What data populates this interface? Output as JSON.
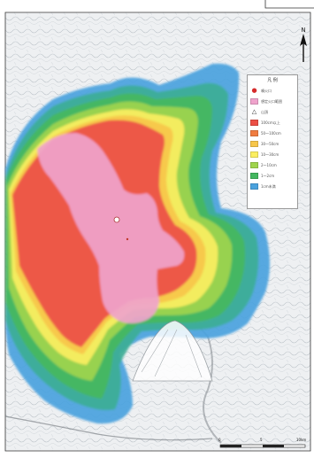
{
  "map": {
    "colors": {
      "very_high": "#ec4f45",
      "high": "#f07c40",
      "mid_high": "#f7c64a",
      "mid": "#fbee60",
      "mid_low": "#9fd44d",
      "low": "#44b760",
      "very_low": "#3dae96",
      "lowest": "#4aa2de",
      "pink_zone": "#efa3cc",
      "base": "#eef0f2"
    },
    "legend": {
      "title": "凡 例",
      "items": [
        {
          "marker": "●",
          "marker_color": "#d52b2b",
          "swatch": "",
          "label": "噴火口"
        },
        {
          "marker": "",
          "marker_color": "",
          "swatch": "#efa3cc",
          "label": "想定火口範囲"
        },
        {
          "marker": "△",
          "marker_color": "#333333",
          "swatch": "",
          "label": "山頂"
        },
        {
          "marker": "",
          "marker_color": "",
          "swatch": "#ec4f45",
          "label": "100cm以上"
        },
        {
          "marker": "",
          "marker_color": "",
          "swatch": "#f07c40",
          "label": "50〜100cm"
        },
        {
          "marker": "",
          "marker_color": "",
          "swatch": "#f7c64a",
          "label": "30〜50cm"
        },
        {
          "marker": "",
          "marker_color": "",
          "swatch": "#fbee60",
          "label": "10〜30cm"
        },
        {
          "marker": "",
          "marker_color": "",
          "swatch": "#9fd44d",
          "label": "2〜10cm"
        },
        {
          "marker": "",
          "marker_color": "",
          "swatch": "#44b760",
          "label": "1〜2cm"
        },
        {
          "marker": "",
          "marker_color": "",
          "swatch": "#4aa2de",
          "label": "1cm未満"
        }
      ]
    },
    "north": {
      "letter": "N",
      "icon": "north-arrow-icon"
    },
    "scale": {
      "labels": [
        "0",
        "5",
        "10km"
      ]
    }
  }
}
